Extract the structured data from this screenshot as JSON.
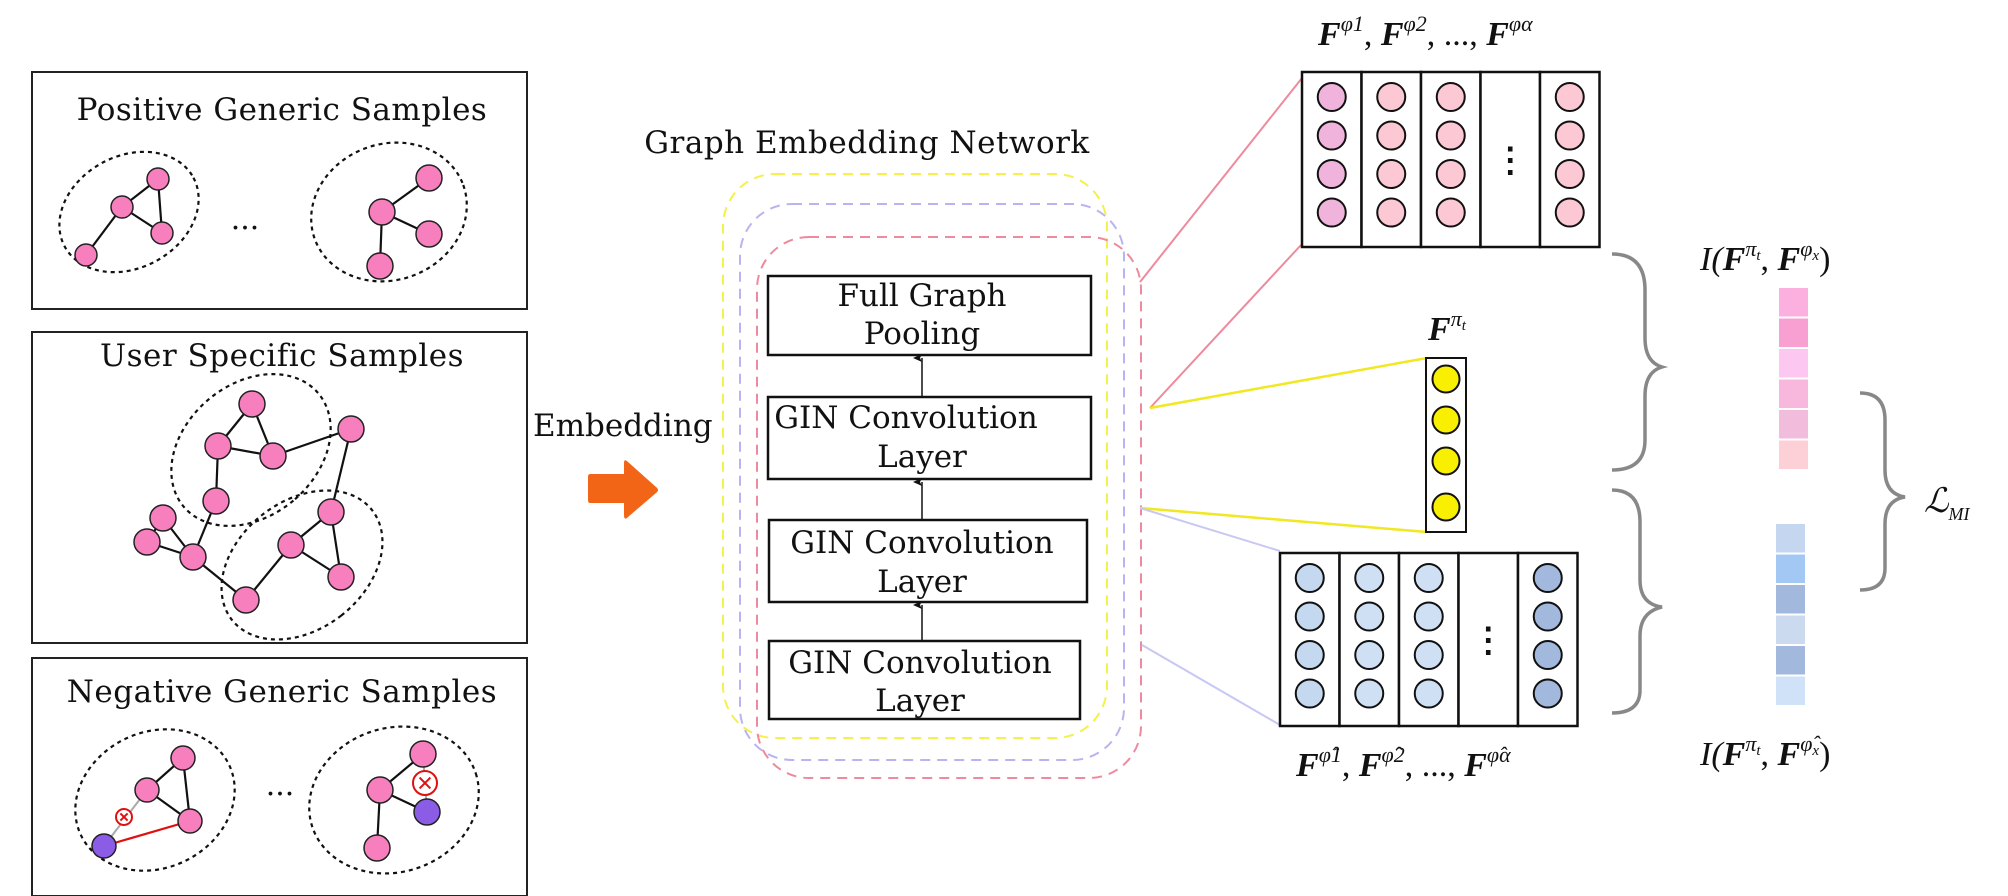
{
  "panels": {
    "positive": {
      "title": "Positive Generic Samples",
      "ellipsis": "···"
    },
    "user": {
      "title": "User Specific Samples"
    },
    "negative": {
      "title": "Negative Generic Samples",
      "ellipsis": "···"
    }
  },
  "embedding_label": "Embedding",
  "network": {
    "title": "Graph Embedding Network",
    "blocks": [
      {
        "line1": "Full Graph",
        "line2": "Pooling"
      },
      {
        "line1": "GIN Convolution",
        "line2": "Layer"
      },
      {
        "line1": "GIN Convolution",
        "line2": "Layer"
      },
      {
        "line1": "GIN Convolution",
        "line2": "Layer"
      }
    ]
  },
  "features": {
    "positive_label": {
      "base": "F",
      "sups": [
        "φ1",
        "φ2",
        "φα"
      ],
      "sep": ", ",
      "dots": "...,"
    },
    "target_label": {
      "base": "F",
      "sup": "π",
      "sub": "t"
    },
    "negative_label": {
      "base": "F",
      "sups": [
        "φ̂1",
        "φ̂2",
        "φ̂α"
      ],
      "sep": ", ",
      "dots": "...,"
    },
    "vdots": "⋮"
  },
  "mi": {
    "positive_label": {
      "func": "I(",
      "a": "F",
      "a_sup": "π",
      "a_sub": "t",
      "comma": ",",
      "b": "F",
      "b_sup": "φ",
      "b_sub": "x",
      "close": ")"
    },
    "negative_label": {
      "func": "I(",
      "a": "F",
      "a_sup": "π",
      "a_sub": "t",
      "comma": ",",
      "b": "F",
      "b_sup": "φ̂",
      "b_sub": "x",
      "close": ")"
    },
    "loss_label": {
      "base": "ℒ",
      "sub": "MI"
    },
    "positive_scores": [
      "#fbb0e0",
      "#f9a0d2",
      "#fcc8f2",
      "#f8b8de",
      "#f2bcdc",
      "#fdd0d8"
    ],
    "negative_scores": [
      "#c4d6f0",
      "#a4c8f4",
      "#a2b8dc",
      "#ccdaf0",
      "#a2b8dc",
      "#d0e2f8"
    ]
  },
  "colors": {
    "node_pink": "#f77fbe",
    "node_purple": "#8b5ce6",
    "feat_pink_first": "#f0b4dc",
    "feat_pink": "#fcc8d4",
    "feat_yellow": "#f8f000",
    "feat_blue": "#c4d8f0",
    "feat_blue_light": "#d0e0f4",
    "feat_blue_dark": "#a2b8dc",
    "arrow_orange": "#f26516",
    "dash_yellow": "#f5f04a",
    "dash_lavender": "#b8b4f0",
    "dash_red": "#ee8a9e",
    "x_red": "#e01010"
  }
}
